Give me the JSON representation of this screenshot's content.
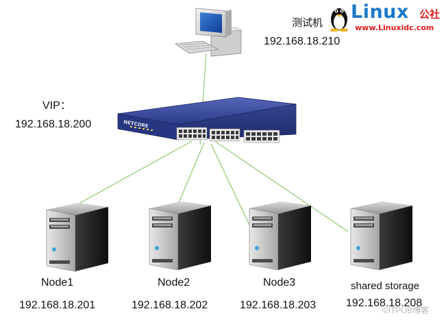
{
  "logo": {
    "brand": "Linux",
    "brand_cn": "公社",
    "url": "www.Linuxidc.com"
  },
  "test_machine": {
    "label": "测试机",
    "ip": "192.168.18.210"
  },
  "vip": {
    "label": "VIP：",
    "ip": "192.168.18.200"
  },
  "switch": {
    "brand": "NETCORE"
  },
  "nodes": [
    {
      "name": "Node1",
      "ip": "192.168.18.201"
    },
    {
      "name": "Node2",
      "ip": "192.168.18.202"
    },
    {
      "name": "Node3",
      "ip": "192.168.18.203"
    },
    {
      "name": "shared storage",
      "ip": "192.168.18.208"
    }
  ],
  "watermark": "©ITPUB博客",
  "colors": {
    "link": "#8fc86e",
    "switch_body": "#2f3f8f",
    "logo_blue": "#1b78c8",
    "logo_red": "#e11b1b"
  }
}
